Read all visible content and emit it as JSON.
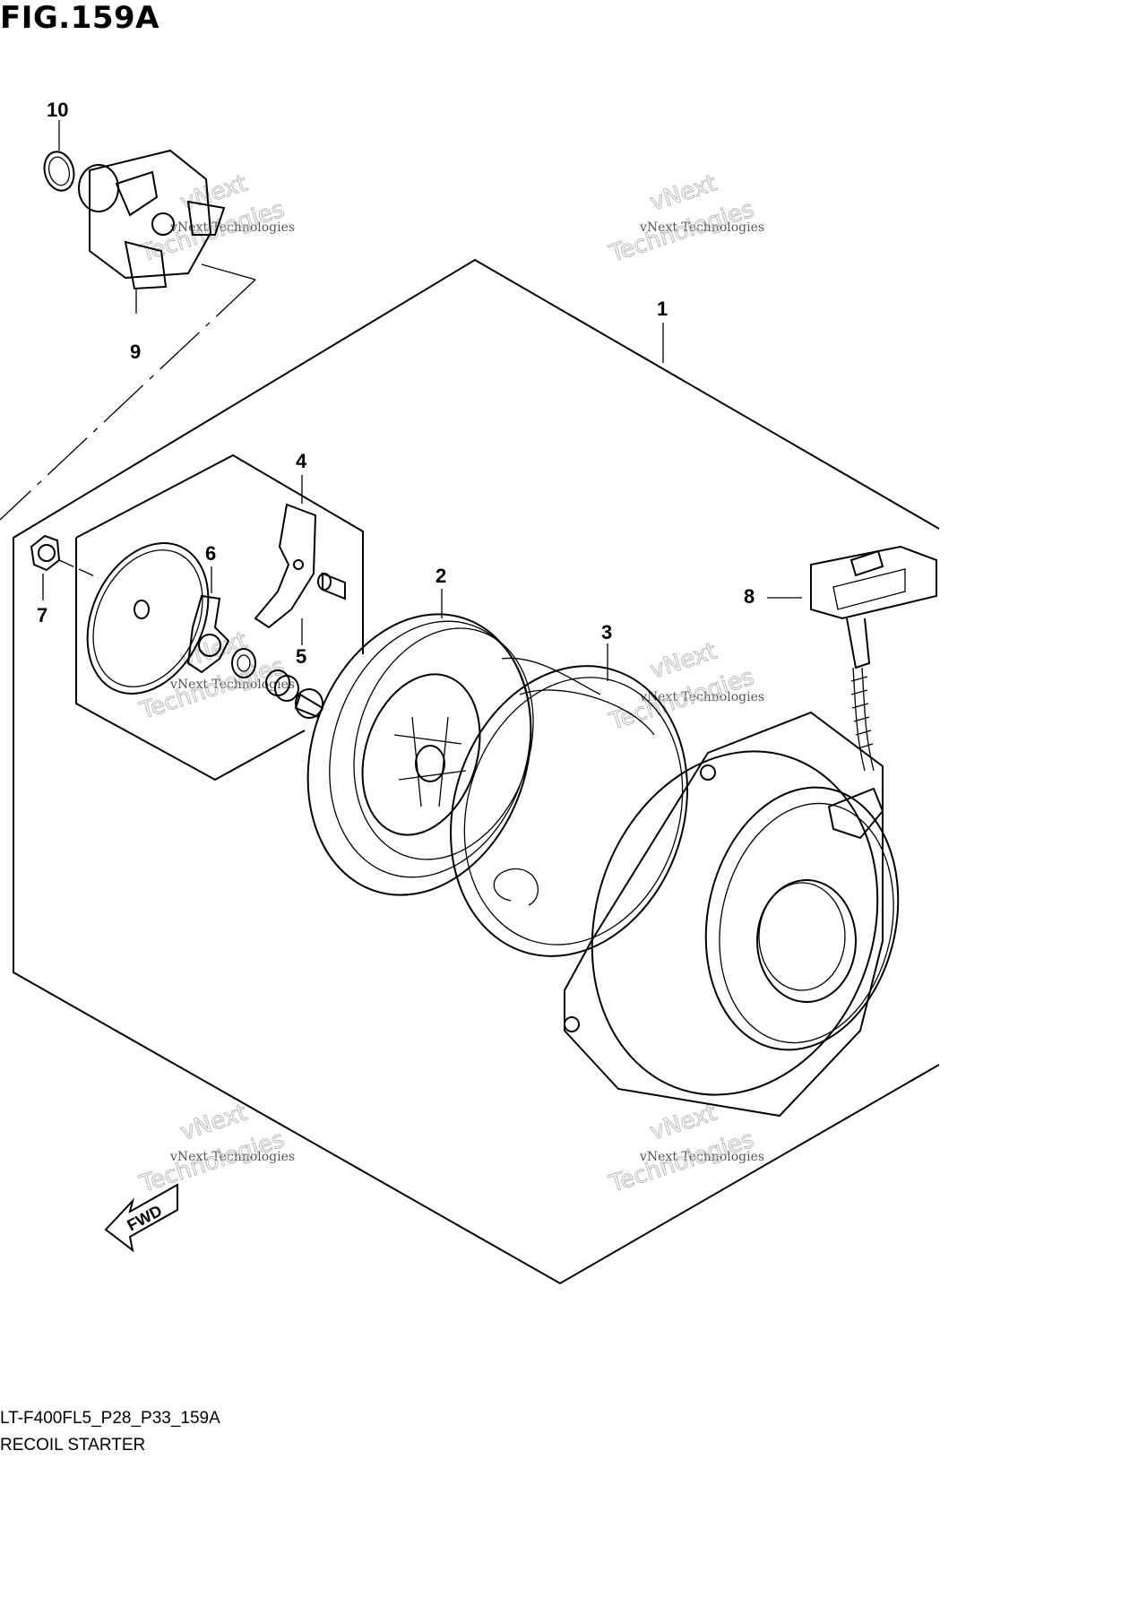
{
  "figure": {
    "title": "FIG.159A",
    "code": "LT-F400FL5_P28_P33_159A",
    "name": "RECOIL STARTER"
  },
  "callouts": [
    "1",
    "2",
    "3",
    "4",
    "5",
    "6",
    "7",
    "8",
    "9",
    "10"
  ],
  "direction_label": "FWD",
  "watermark": {
    "line1": "vNext Technologies",
    "line2": "vNext",
    "line3": "Technologies"
  }
}
